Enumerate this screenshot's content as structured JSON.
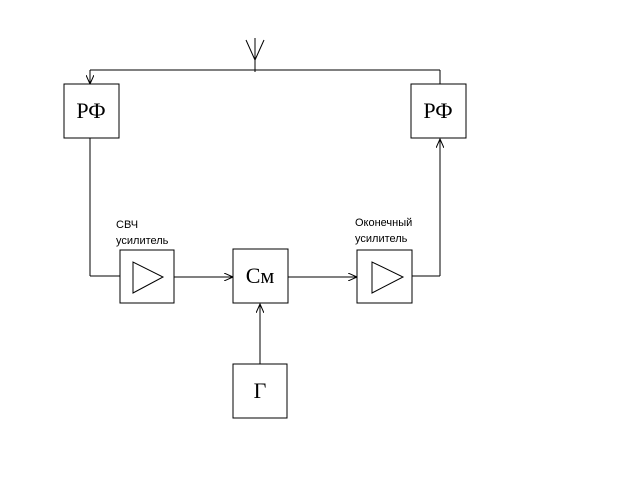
{
  "blocks": {
    "rf_left": "РФ",
    "rf_right": "РФ",
    "mixer": "См",
    "generator": "Г"
  },
  "captions": {
    "microwave_amp_line1": "СВЧ",
    "microwave_amp_line2": "усилитель",
    "final_amp_line1": "Оконечный",
    "final_amp_line2": "усилитель"
  }
}
